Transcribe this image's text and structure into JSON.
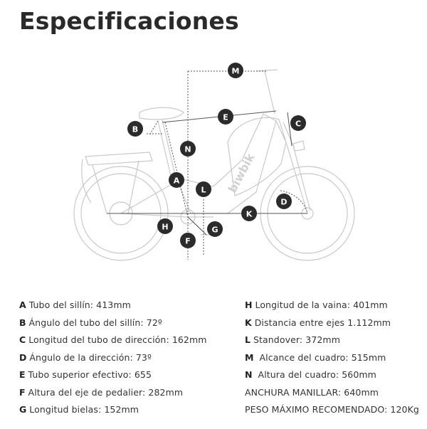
{
  "title": "Especificaciones",
  "brand_on_frame": "biwbik",
  "markers": [
    "A",
    "B",
    "C",
    "D",
    "E",
    "F",
    "G",
    "H",
    "K",
    "L",
    "M",
    "N"
  ],
  "specs_left": [
    {
      "letter": "A",
      "text": "Tubo del sillín: 413mm"
    },
    {
      "letter": "B",
      "text": "Ángulo del tubo del sillín: 72º"
    },
    {
      "letter": "C",
      "text": "Longitud del tubo de dirección: 162mm"
    },
    {
      "letter": "D",
      "text": "Ángulo de la dirección: 73º"
    },
    {
      "letter": "E",
      "text": "Tubo superior efectivo: 655"
    },
    {
      "letter": "F",
      "text": "Altura del eje de pedalier: 282mm"
    },
    {
      "letter": "G",
      "text": "Longitud bielas: 152mm"
    }
  ],
  "specs_right": [
    {
      "letter": "H",
      "text": "Longitud de la vaina: 401mm"
    },
    {
      "letter": "K",
      "text": "Distancia entre ejes 1.112mm"
    },
    {
      "letter": "L",
      "text": "Standover: 372mm"
    },
    {
      "letter": "M",
      "text": " Alcance del cuadro: 515mm"
    },
    {
      "letter": "N",
      "text": " Altura del cuadro: 560mm"
    },
    {
      "letter": "",
      "text": "ANCHURA MANILLAR: 640mm"
    },
    {
      "letter": "",
      "text": "PESO MÁXIMO RECOMENDADO: 120Kg"
    }
  ]
}
